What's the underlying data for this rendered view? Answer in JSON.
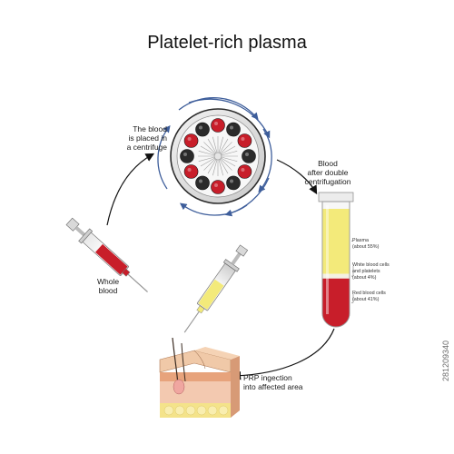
{
  "title": "Platelet-rich plasma",
  "labels": {
    "centrifuge": "The blood\nis placed in\na centrifuge",
    "double_centrifugation": "Blood\nafter double\ncentrifugation",
    "whole_blood": "Whole\nblood",
    "prp_injection": "PRP ingection\ninto affected area"
  },
  "tube_layers": [
    {
      "name": "Plasma",
      "note": "(about 55%)",
      "fraction": 0.55,
      "color": "#f3ea7a"
    },
    {
      "name": "White blood cells\nand platelets",
      "note": "(about 4%)",
      "fraction": 0.04,
      "color": "#f4f1e2"
    },
    {
      "name": "Red blood cells",
      "note": "(about 41%)",
      "fraction": 0.41,
      "color": "#c81e2a"
    }
  ],
  "stock_id": "281209340",
  "colors": {
    "blood_red": "#c81e2a",
    "plasma_yellow": "#f3ea7a",
    "arrow_blue": "#3e5e9b",
    "rotor_dark": "#2b2b2b"
  }
}
